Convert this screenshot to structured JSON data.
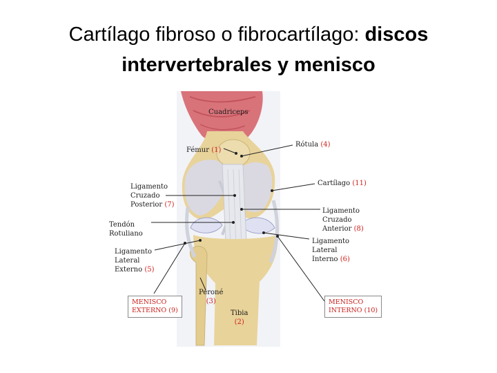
{
  "title": {
    "prefix": "Cartílago fibroso o fibrocartílago: ",
    "bold_line1": "discos",
    "bold_line2": "intervertebrales y menisco"
  },
  "labels": {
    "cuadriceps": "Cuadriceps",
    "femur": "Fémur",
    "femur_num": "(1)",
    "rotula": "Rótula",
    "rotula_num": "(4)",
    "cartilago": "Cartílago",
    "cartilago_num": "(11)",
    "lcp_1": "Ligamento",
    "lcp_2": "Cruzado",
    "lcp_3": "Posterior",
    "lcp_num": "(7)",
    "lca_1": "Ligamento",
    "lca_2": "Cruzado",
    "lca_3": "Anterior",
    "lca_num": "(8)",
    "tendon_1": "Tendón",
    "tendon_2": "Rotuliano",
    "lle_1": "Ligamento",
    "lle_2": "Lateral",
    "lle_3": "Externo",
    "lle_num": "(5)",
    "lli_1": "Ligamento",
    "lli_2": "Lateral",
    "lli_3": "Interno",
    "lli_num": "(6)",
    "perone": "Peroné",
    "perone_num": "(3)",
    "tibia": "Tibia",
    "tibia_num": "(2)",
    "me_1": "MENISCO",
    "me_2": "EXTERNO",
    "me_num": "(9)",
    "mi_1": "MENISCO",
    "mi_2": "INTERNO",
    "mi_num": "(10)"
  },
  "colors": {
    "muscle": "#d9737a",
    "bone": "#e8d39a",
    "cartilage": "#d7d9ef",
    "ligament": "#e6e8ee",
    "number": "#d0201c"
  }
}
